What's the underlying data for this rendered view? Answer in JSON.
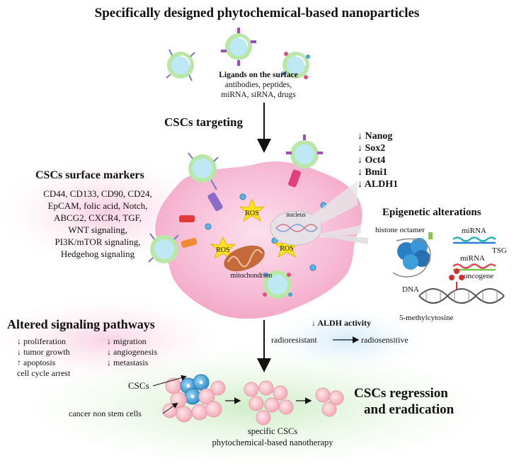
{
  "title": "Specifically designed phytochemical-based nanoparticles",
  "ligands": {
    "heading": "Ligands on the surface",
    "line1": "antibodies, peptides,",
    "line2": "miRNA, siRNA, drugs"
  },
  "csc_targeting": "CSCs targeting",
  "markers": {
    "heading": "CSCs surface markers",
    "lines": [
      "CD44, CD133, CD90, CD24,",
      "EpCAM, folic acid, Notch,",
      "ABCG2, CXCR4, TGF,",
      "WNT signaling,",
      "PI3K/mTOR signaling,",
      "Hedgehog signaling"
    ]
  },
  "cell_labels": {
    "ros": "ROS",
    "nucleus": "nucleus",
    "mitochondrion": "mitochondrion"
  },
  "stemness": [
    "↓ Nanog",
    "↓ Sox2",
    "↓ Oct4",
    "↓ Bmi1",
    "↓ ALDH1"
  ],
  "epigenetic": {
    "heading": "Epigenetic alterations",
    "histone": "histone octamer",
    "mirna1": "miRNA",
    "tsg": "TSG",
    "mirna2": "miRNA",
    "oncogene": "oncogene",
    "dna": "DNA",
    "methyl": "5-methylcytosine"
  },
  "signaling": {
    "heading": "Altered signaling pathways",
    "left": [
      "↓ proliferation",
      "↓ tumor growth",
      "↑ apoptosis",
      "cell cycle arrest"
    ],
    "right": [
      "↓ migration",
      "↓ angiogenesis",
      "↓ metastasis"
    ]
  },
  "aldh": {
    "heading": "↓ ALDH activity",
    "from": "radioresistant",
    "to": "radiosensitive"
  },
  "bottom": {
    "cscs": "CSCs",
    "non_stem": "cancer non stem cells",
    "therapy_line1": "specific CSCs",
    "therapy_line2": "phytochemical-based nanotherapy",
    "regression_line1": "CSCs regression",
    "regression_line2": "and eradication"
  },
  "colors": {
    "cell_body": "#f7bcd6",
    "nanoparticle_core": "#bfe8f5",
    "nanoparticle_shell": "#b9e7a8",
    "ros_star": "#ffe21f",
    "csc_blue": "#3d9fd9",
    "pink_cell": "#f7c6cf"
  }
}
